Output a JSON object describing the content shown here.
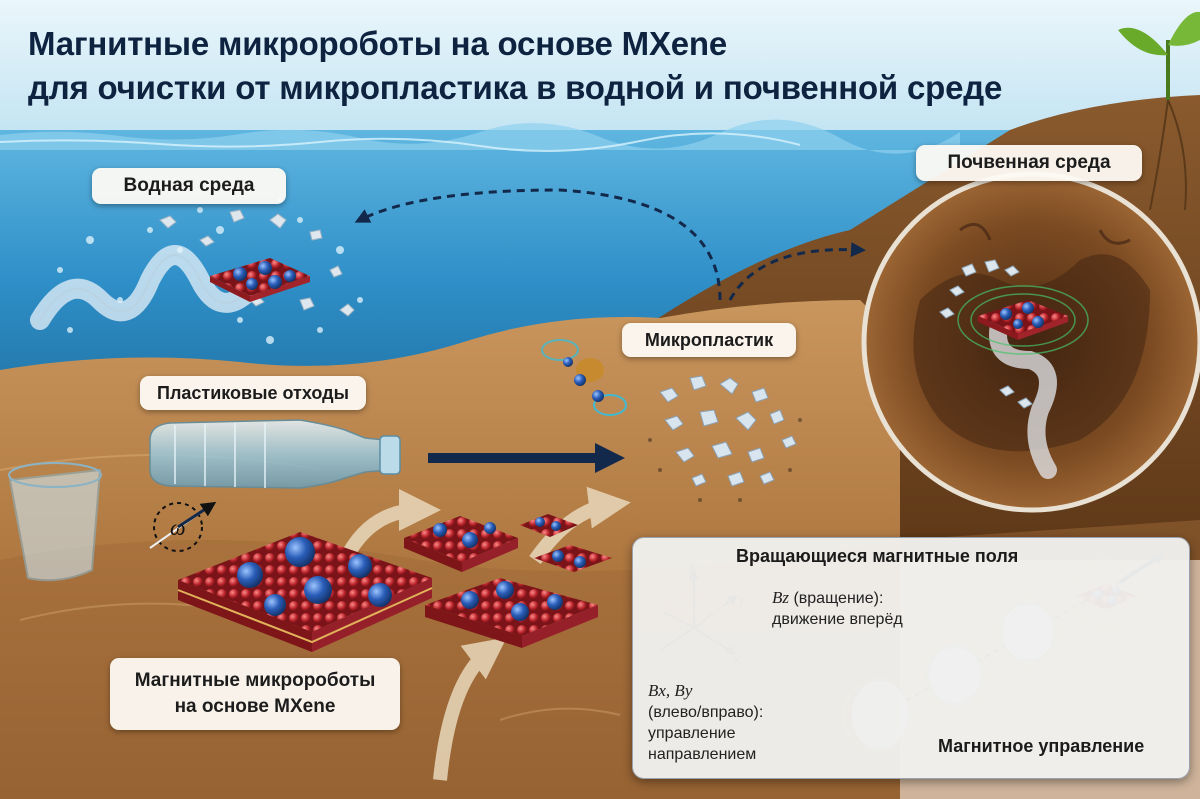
{
  "title": {
    "line1": "Магнитные микророботы на основе MXene",
    "line2": "для очистки от микропластика в водной и почвенной среде"
  },
  "labels": {
    "water": "Водная среда",
    "soil": "Почвенная среда",
    "microplastic": "Микропластик",
    "plastic_waste": "Пластиковые отходы",
    "robots_line1": "Магнитные микророботы",
    "robots_line2": "на основе MXene"
  },
  "panel": {
    "title": "Вращающиеся магнитные поля",
    "bz_symbol": "Bz",
    "bz_text": " (вращение):",
    "bz_line2": "движение вперёд",
    "bxy_symbol": "Bx, By",
    "bxy_text": " (влево/вправо):",
    "bxy_line2": "управление",
    "bxy_line3": "направлением",
    "control": "Магнитное управление",
    "axes": {
      "z": "z",
      "y": "y",
      "x": "x"
    }
  },
  "omega_symbol": "ω",
  "colors": {
    "title": "#0d2340",
    "water": "#2f8fc8",
    "sand": "#b9834d",
    "soil": "#7a4a22",
    "atom_red": "#b8232a",
    "atom_blue": "#2a5db8",
    "arrow_navy": "#13294b",
    "arrow_beige": "#e6d3b3"
  }
}
